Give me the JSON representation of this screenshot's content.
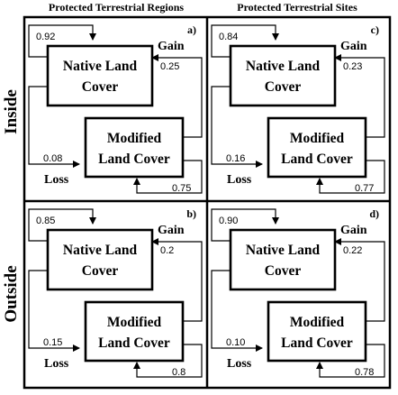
{
  "columns": [
    "Protected Terrestrial Regions",
    "Protected Terrestrial Sites"
  ],
  "rows": [
    "Inside",
    "Outside"
  ],
  "labels": {
    "native": [
      "Native Land",
      "Cover"
    ],
    "modified": [
      "Modified",
      "Land Cover"
    ],
    "gain": "Gain",
    "loss": "Loss"
  },
  "panels": [
    {
      "tag": "a)",
      "native_stay": "0.92",
      "gain": "0.25",
      "loss": "0.08",
      "modified_stay": "0.75"
    },
    {
      "tag": "c)",
      "native_stay": "0.84",
      "gain": "0.23",
      "loss": "0.16",
      "modified_stay": "0.77"
    },
    {
      "tag": "b)",
      "native_stay": "0.85",
      "gain": "0.2",
      "loss": "0.15",
      "modified_stay": "0.8"
    },
    {
      "tag": "d)",
      "native_stay": "0.90",
      "gain": "0.22",
      "loss": "0.10",
      "modified_stay": "0.78"
    }
  ]
}
